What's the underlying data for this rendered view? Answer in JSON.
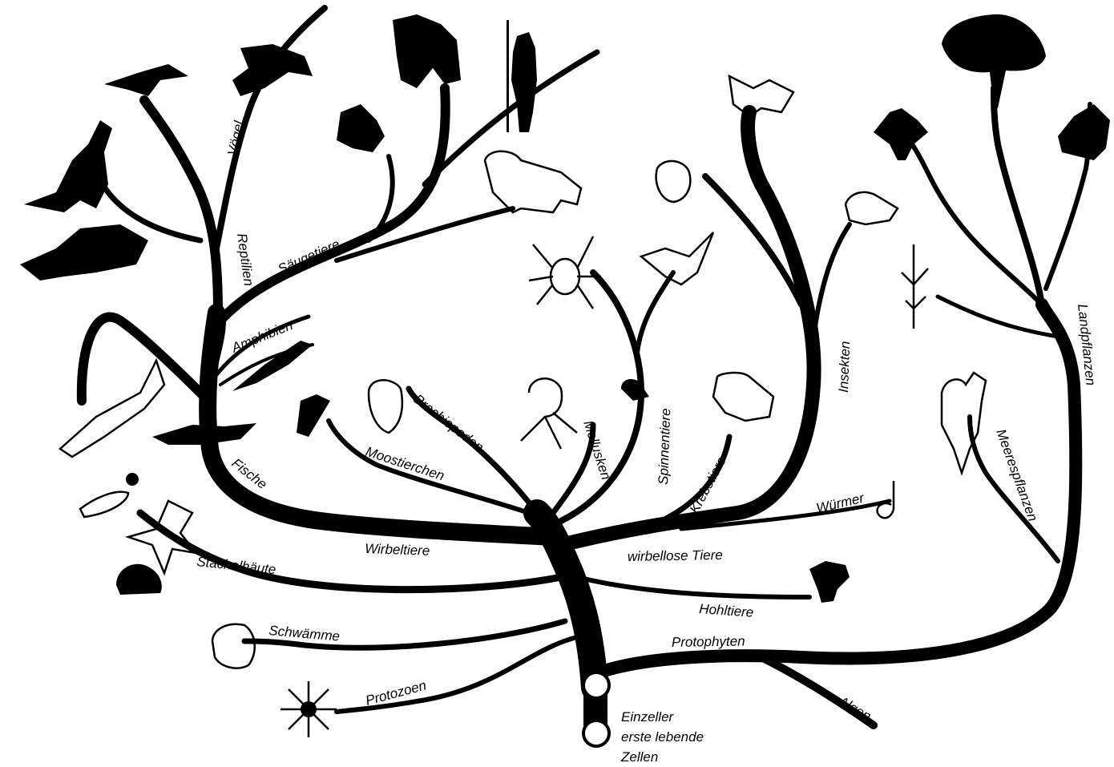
{
  "tree": {
    "root_labels": [
      "Einzeller",
      "erste lebende",
      "Zellen"
    ],
    "labels": {
      "voegel": "Vögel",
      "reptilien": "Reptilien",
      "saeugetiere": "Säugetiere",
      "amphibien": "Amphibien",
      "fische": "Fische",
      "wirbeltiere": "Wirbeltiere",
      "stachelhaeute": "Stachelhäute",
      "schwaemme": "Schwämme",
      "protozoen": "Protozoen",
      "moostierchen": "Moostierchen",
      "brachiopoden": "Brachiopoden",
      "mollusken": "Mollusken",
      "spinnentiere": "Spinnentiere",
      "krebstiere": "Krebstiere",
      "wuermer": "Würmer",
      "wirbellose": "wirbellose Tiere",
      "insekten": "Insekten",
      "hohltiere": "Hohltiere",
      "protophyten": "Protophyten",
      "algen": "Algen",
      "meerespflanzen": "Meerespflanzen",
      "landpflanzen": "Landpflanzen"
    },
    "colors": {
      "ink": "#000000",
      "paper": "#ffffff"
    }
  }
}
